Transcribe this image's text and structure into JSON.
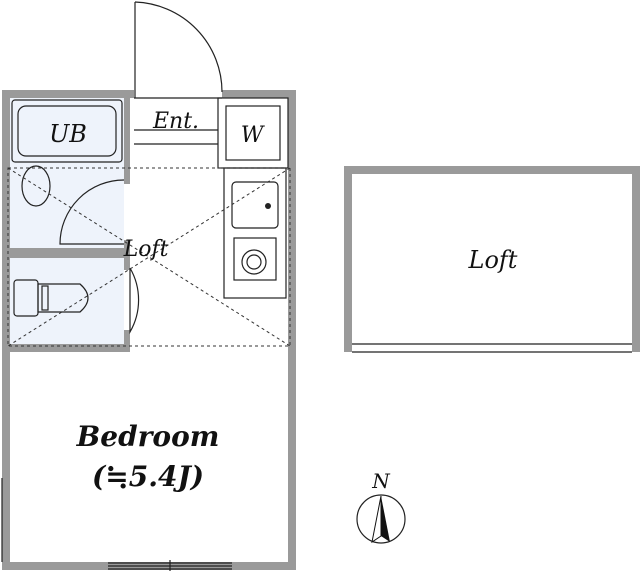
{
  "floorplan": {
    "rooms": {
      "unit_bath": "UB",
      "entrance": "Ent.",
      "washer": "W",
      "loft_overlay": "Loft",
      "loft_plan": "Loft",
      "bedroom": "Bedroom",
      "bedroom_size": "(≒5.4J)"
    },
    "compass": {
      "north": "N"
    },
    "colors": {
      "wall": "#9a9a9a",
      "wet_area": "#eef3fb",
      "line": "#222222"
    }
  }
}
